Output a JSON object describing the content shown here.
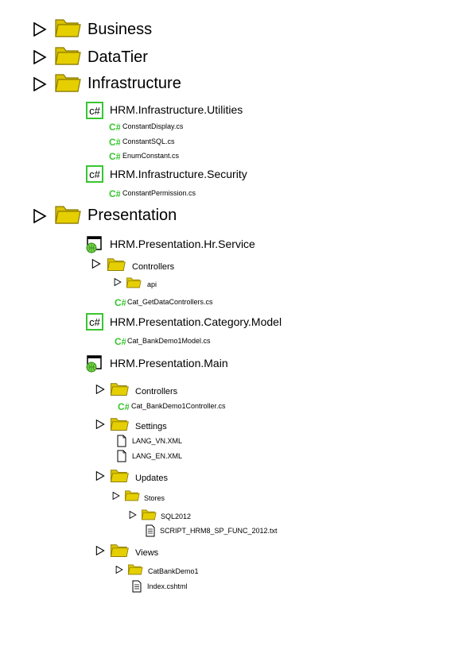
{
  "tree": {
    "business": "Business",
    "datatier": "DataTier",
    "infrastructure": {
      "label": "Infrastructure",
      "utilities": {
        "label": "HRM.Infrastructure.Utilities",
        "files": [
          "ConstantDisplay.cs",
          "ConstantSQL.cs",
          "EnumConstant.cs"
        ]
      },
      "security": {
        "label": "HRM.Infrastructure.Security",
        "files": [
          "ConstantPermission.cs"
        ]
      }
    },
    "presentation": {
      "label": "Presentation",
      "hr_service": {
        "label": "HRM.Presentation.Hr.Service",
        "controllers": "Controllers",
        "api": "api",
        "file": "Cat_GetDataControllers.cs"
      },
      "category_model": {
        "label": "HRM.Presentation.Category.Model",
        "file": "Cat_BankDemo1Model.cs"
      },
      "main": {
        "label": "HRM.Presentation.Main",
        "controllers": "Controllers",
        "controllers_file": "Cat_BankDemo1Controller.cs",
        "settings": "Settings",
        "settings_files": [
          "LANG_VN.XML",
          "LANG_EN.XML"
        ],
        "updates": "Updates",
        "stores": "Stores",
        "sql2012": "SQL2012",
        "script_file": "SCRIPT_HRM8_SP_FUNC_2012.txt",
        "views": "Views",
        "catbankdemo1": "CatBankDemo1",
        "index_file": "Index.cshtml"
      }
    }
  },
  "icons": {
    "expand": "expand-triangle-icon",
    "folder": "folder-icon",
    "csharp_project": "csharp-project-icon",
    "csharp_file": "csharp-file-icon",
    "web_project": "web-project-icon",
    "document": "document-icon"
  },
  "colors": {
    "folder": "#e6cf00",
    "folder_outline": "#8a7a00",
    "csharp": "#39c630"
  }
}
